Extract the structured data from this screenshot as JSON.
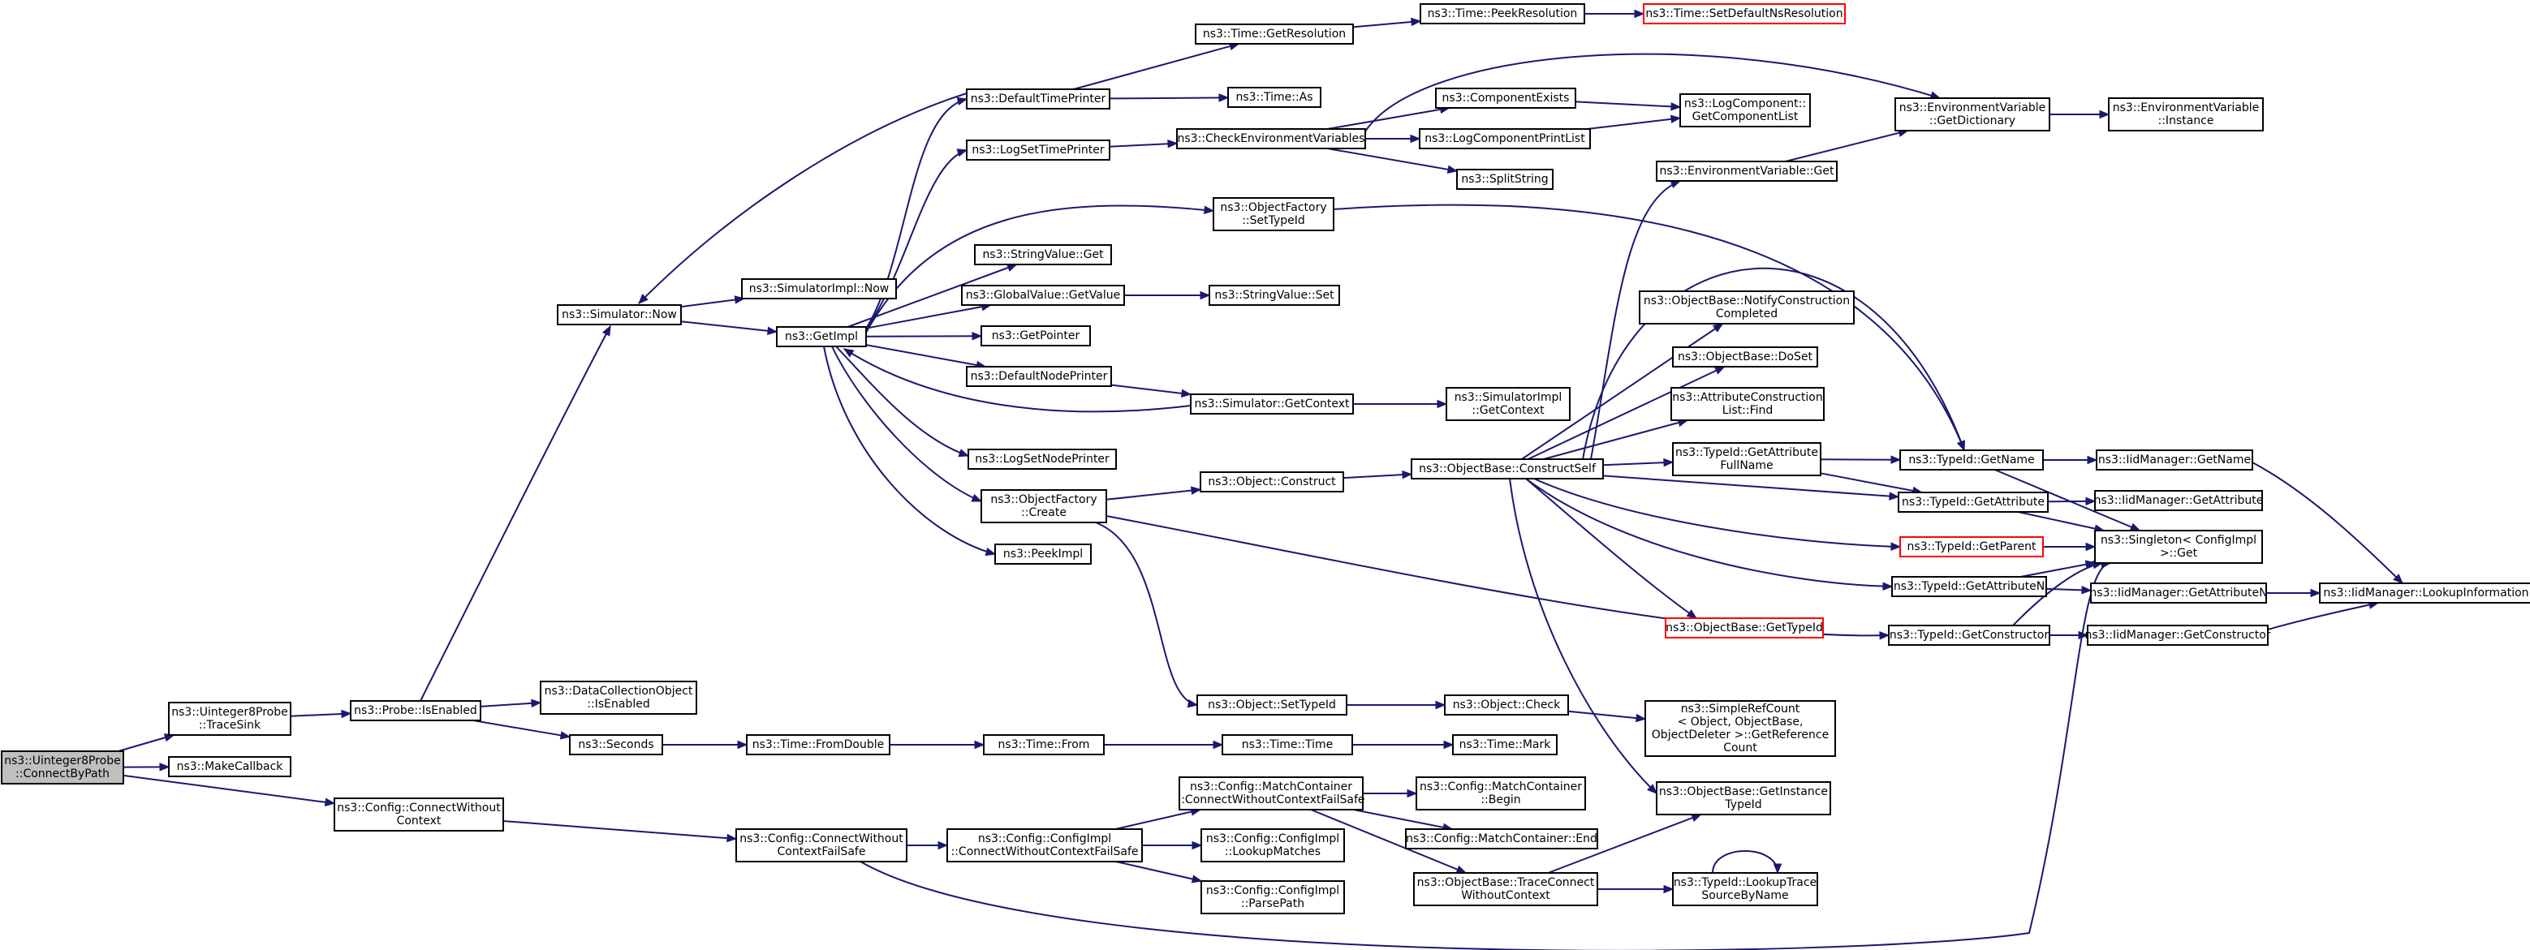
{
  "colors": {
    "edge": "#191970",
    "root_fill": "#bfbfbf",
    "node_fill": "#ffffff",
    "red_border": "#ff0000"
  },
  "nodes": [
    {
      "id": "n_root",
      "lines": [
        "ns3::Uinteger8Probe",
        "::ConnectByPath"
      ],
      "style": "root"
    },
    {
      "id": "n_u8trace",
      "lines": [
        "ns3::Uinteger8Probe",
        "::TraceSink"
      ]
    },
    {
      "id": "n_makecb",
      "lines": [
        "ns3::MakeCallback"
      ]
    },
    {
      "id": "n_cfgcwc",
      "lines": [
        "ns3::Config::ConnectWithout",
        "Context"
      ]
    },
    {
      "id": "n_probeisen",
      "lines": [
        "ns3::Probe::IsEnabled"
      ]
    },
    {
      "id": "n_dcoisen",
      "lines": [
        "ns3::DataCollectionObject",
        "::IsEnabled"
      ]
    },
    {
      "id": "n_seconds",
      "lines": [
        "ns3::Seconds"
      ]
    },
    {
      "id": "n_simnow",
      "lines": [
        "ns3::Simulator::Now"
      ]
    },
    {
      "id": "n_simimplnow",
      "lines": [
        "ns3::SimulatorImpl::Now"
      ]
    },
    {
      "id": "n_getimpl",
      "lines": [
        "ns3::GetImpl"
      ]
    },
    {
      "id": "n_deftp",
      "lines": [
        "ns3::DefaultTimePrinter"
      ]
    },
    {
      "id": "n_logstp",
      "lines": [
        "ns3::LogSetTimePrinter"
      ]
    },
    {
      "id": "n_strvget",
      "lines": [
        "ns3::StringValue::Get"
      ]
    },
    {
      "id": "n_gvgetval",
      "lines": [
        "ns3::GlobalValue::GetValue"
      ]
    },
    {
      "id": "n_getptr",
      "lines": [
        "ns3::GetPointer"
      ]
    },
    {
      "id": "n_defnp",
      "lines": [
        "ns3::DefaultNodePrinter"
      ]
    },
    {
      "id": "n_logsnp",
      "lines": [
        "ns3::LogSetNodePrinter"
      ]
    },
    {
      "id": "n_ofcreate",
      "lines": [
        "ns3::ObjectFactory",
        "::Create"
      ]
    },
    {
      "id": "n_peekimpl",
      "lines": [
        "ns3::PeekImpl"
      ]
    },
    {
      "id": "n_timegetres",
      "lines": [
        "ns3::Time::GetResolution"
      ]
    },
    {
      "id": "n_timeas",
      "lines": [
        "ns3::Time::As"
      ]
    },
    {
      "id": "n_checkenv",
      "lines": [
        "ns3::CheckEnvironmentVariables"
      ]
    },
    {
      "id": "n_ofsettid",
      "lines": [
        "ns3::ObjectFactory",
        "::SetTypeId"
      ]
    },
    {
      "id": "n_strvset",
      "lines": [
        "ns3::StringValue::Set"
      ]
    },
    {
      "id": "n_simgetctx",
      "lines": [
        "ns3::Simulator::GetContext"
      ]
    },
    {
      "id": "n_objconstruct",
      "lines": [
        "ns3::Object::Construct"
      ]
    },
    {
      "id": "n_objsettid",
      "lines": [
        "ns3::Object::SetTypeId"
      ]
    },
    {
      "id": "n_timepeekres",
      "lines": [
        "ns3::Time::PeekResolution"
      ]
    },
    {
      "id": "n_timesetdef",
      "lines": [
        "ns3::Time::SetDefaultNsResolution"
      ],
      "style": "red"
    },
    {
      "id": "n_compexists",
      "lines": [
        "ns3::ComponentExists"
      ]
    },
    {
      "id": "n_logcpl",
      "lines": [
        "ns3::LogComponentPrintList"
      ]
    },
    {
      "id": "n_splitstr",
      "lines": [
        "ns3::SplitString"
      ]
    },
    {
      "id": "n_logcompgcl",
      "lines": [
        "ns3::LogComponent::",
        "GetComponentList"
      ]
    },
    {
      "id": "n_simimplgetctx",
      "lines": [
        "ns3::SimulatorImpl",
        "::GetContext"
      ]
    },
    {
      "id": "n_obconstructself",
      "lines": [
        "ns3::ObjectBase::ConstructSelf"
      ]
    },
    {
      "id": "n_envget",
      "lines": [
        "ns3::EnvironmentVariable::Get"
      ]
    },
    {
      "id": "n_envgetdict",
      "lines": [
        "ns3::EnvironmentVariable",
        "::GetDictionary"
      ]
    },
    {
      "id": "n_envinst",
      "lines": [
        "ns3::EnvironmentVariable",
        "::Instance"
      ]
    },
    {
      "id": "n_obnotify",
      "lines": [
        "ns3::ObjectBase::NotifyConstruction",
        "Completed"
      ]
    },
    {
      "id": "n_obdoset",
      "lines": [
        "ns3::ObjectBase::DoSet"
      ]
    },
    {
      "id": "n_acfind",
      "lines": [
        "ns3::AttributeConstruction",
        "List::Find"
      ]
    },
    {
      "id": "n_tidgetattrfull",
      "lines": [
        "ns3::TypeId::GetAttribute",
        "FullName"
      ]
    },
    {
      "id": "n_tidgetparent",
      "lines": [
        "ns3::TypeId::GetParent"
      ],
      "style": "red"
    },
    {
      "id": "n_obgettid",
      "lines": [
        "ns3::ObjectBase::GetTypeId"
      ],
      "style": "red"
    },
    {
      "id": "n_tidgetname",
      "lines": [
        "ns3::TypeId::GetName"
      ]
    },
    {
      "id": "n_tidgetattr",
      "lines": [
        "ns3::TypeId::GetAttribute"
      ]
    },
    {
      "id": "n_tidgetattrn",
      "lines": [
        "ns3::TypeId::GetAttributeN"
      ]
    },
    {
      "id": "n_tidgetctor",
      "lines": [
        "ns3::TypeId::GetConstructor"
      ]
    },
    {
      "id": "n_iidgetname",
      "lines": [
        "ns3::IidManager::GetName"
      ]
    },
    {
      "id": "n_iidgetattr",
      "lines": [
        "ns3::IidManager::GetAttribute"
      ]
    },
    {
      "id": "n_singleton",
      "lines": [
        "ns3::Singleton< ConfigImpl",
        ">::Get"
      ]
    },
    {
      "id": "n_iidgetattrn",
      "lines": [
        "ns3::IidManager::GetAttributeN"
      ]
    },
    {
      "id": "n_iidgetctor",
      "lines": [
        "ns3::IidManager::GetConstructor"
      ]
    },
    {
      "id": "n_iidlookup",
      "lines": [
        "ns3::IidManager::LookupInformation"
      ]
    },
    {
      "id": "n_objcheck",
      "lines": [
        "ns3::Object::Check"
      ]
    },
    {
      "id": "n_simplerefcount",
      "lines": [
        "ns3::SimpleRefCount",
        "< Object, ObjectBase,",
        "ObjectDeleter >::GetReference",
        "Count"
      ]
    },
    {
      "id": "n_timefromdouble",
      "lines": [
        "ns3::Time::FromDouble"
      ]
    },
    {
      "id": "n_timefrom",
      "lines": [
        "ns3::Time::From"
      ]
    },
    {
      "id": "n_timetime",
      "lines": [
        "ns3::Time::Time"
      ]
    },
    {
      "id": "n_timemark",
      "lines": [
        "ns3::Time::Mark"
      ]
    },
    {
      "id": "n_cfgcwcfs",
      "lines": [
        "ns3::Config::ConnectWithout",
        "ContextFailSafe"
      ]
    },
    {
      "id": "n_cfgimplcwcfs",
      "lines": [
        "ns3::Config::ConfigImpl",
        "::ConnectWithoutContextFailSafe"
      ]
    },
    {
      "id": "n_mccwcfs",
      "lines": [
        "ns3::Config::MatchContainer",
        "::ConnectWithoutContextFailSafe"
      ]
    },
    {
      "id": "n_cfgimpllookup",
      "lines": [
        "ns3::Config::ConfigImpl",
        "::LookupMatches"
      ]
    },
    {
      "id": "n_cfgimplparse",
      "lines": [
        "ns3::Config::ConfigImpl",
        "::ParsePath"
      ]
    },
    {
      "id": "n_mcbegin",
      "lines": [
        "ns3::Config::MatchContainer",
        "::Begin"
      ]
    },
    {
      "id": "n_mcend",
      "lines": [
        "ns3::Config::MatchContainer::End"
      ]
    },
    {
      "id": "n_obtraceconn",
      "lines": [
        "ns3::ObjectBase::TraceConnect",
        "WithoutContext"
      ]
    },
    {
      "id": "n_obgetinsttid",
      "lines": [
        "ns3::ObjectBase::GetInstance",
        "TypeId"
      ]
    },
    {
      "id": "n_tidlookuptrace",
      "lines": [
        "ns3::TypeId::LookupTrace",
        "SourceByName"
      ]
    }
  ]
}
